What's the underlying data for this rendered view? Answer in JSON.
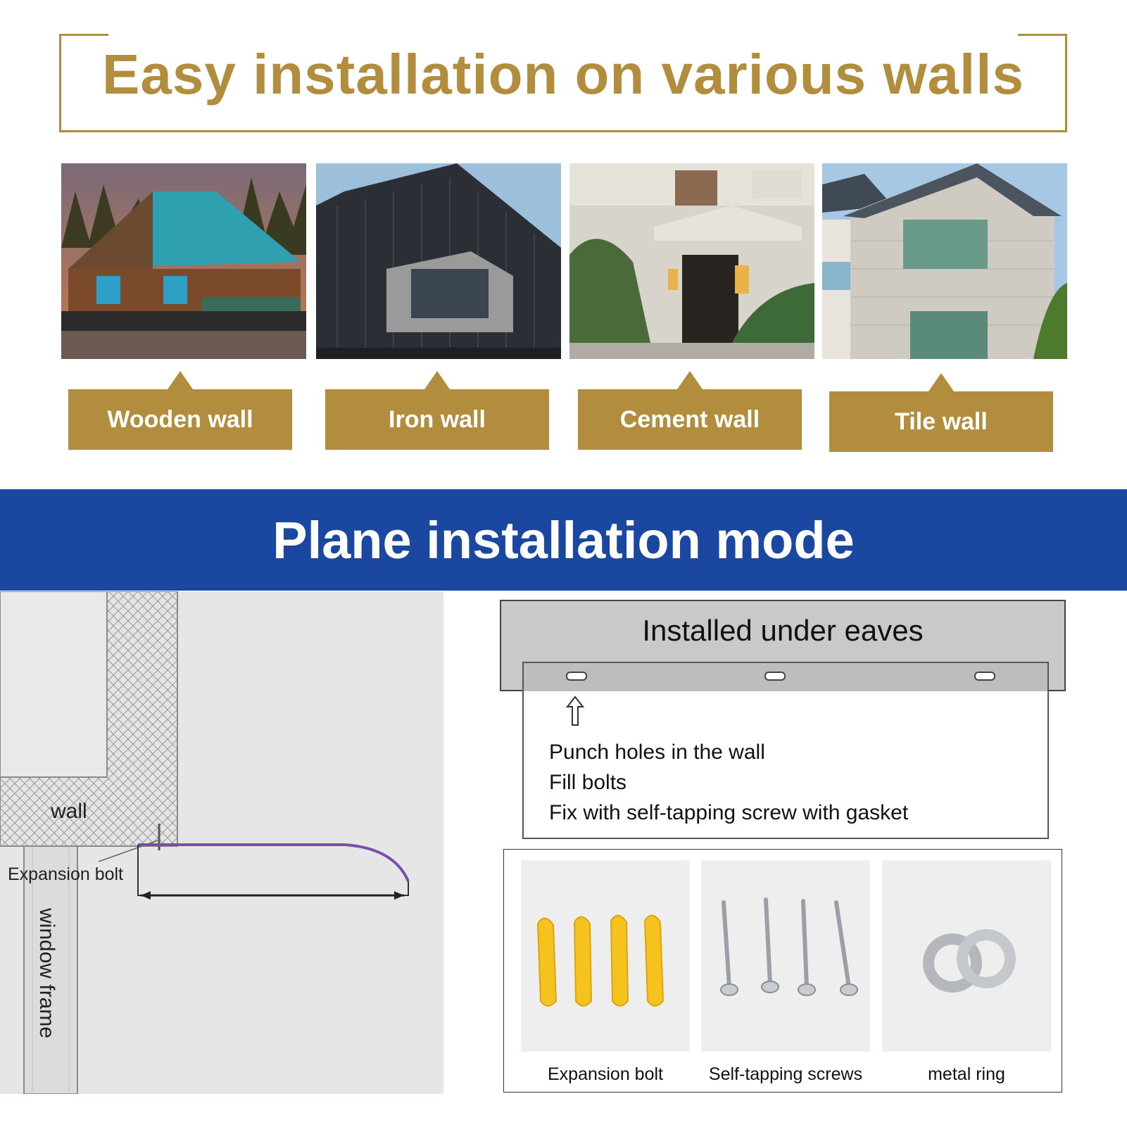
{
  "header": {
    "title": "Easy installation on various walls"
  },
  "walls": [
    {
      "label": "Wooden wall"
    },
    {
      "label": "Iron wall"
    },
    {
      "label": "Cement wall"
    },
    {
      "label": "Tile wall"
    }
  ],
  "banner": {
    "title": "Plane installation mode"
  },
  "diagram": {
    "wall_label": "wall",
    "bolt_label": "Expansion bolt",
    "frame_label": "window frame"
  },
  "eaves": {
    "title": "Installed under eaves",
    "steps": [
      "Punch holes in the wall",
      "Fill bolts",
      "Fix with self-tapping screw with gasket"
    ]
  },
  "accessories": [
    {
      "caption": "Expansion bolt"
    },
    {
      "caption": "Self-tapping screws"
    },
    {
      "caption": "metal ring"
    }
  ],
  "colors": {
    "gold": "#b28d3e",
    "banner_blue": "#1a47a0",
    "canopy_purple": "#7a4fa8"
  }
}
